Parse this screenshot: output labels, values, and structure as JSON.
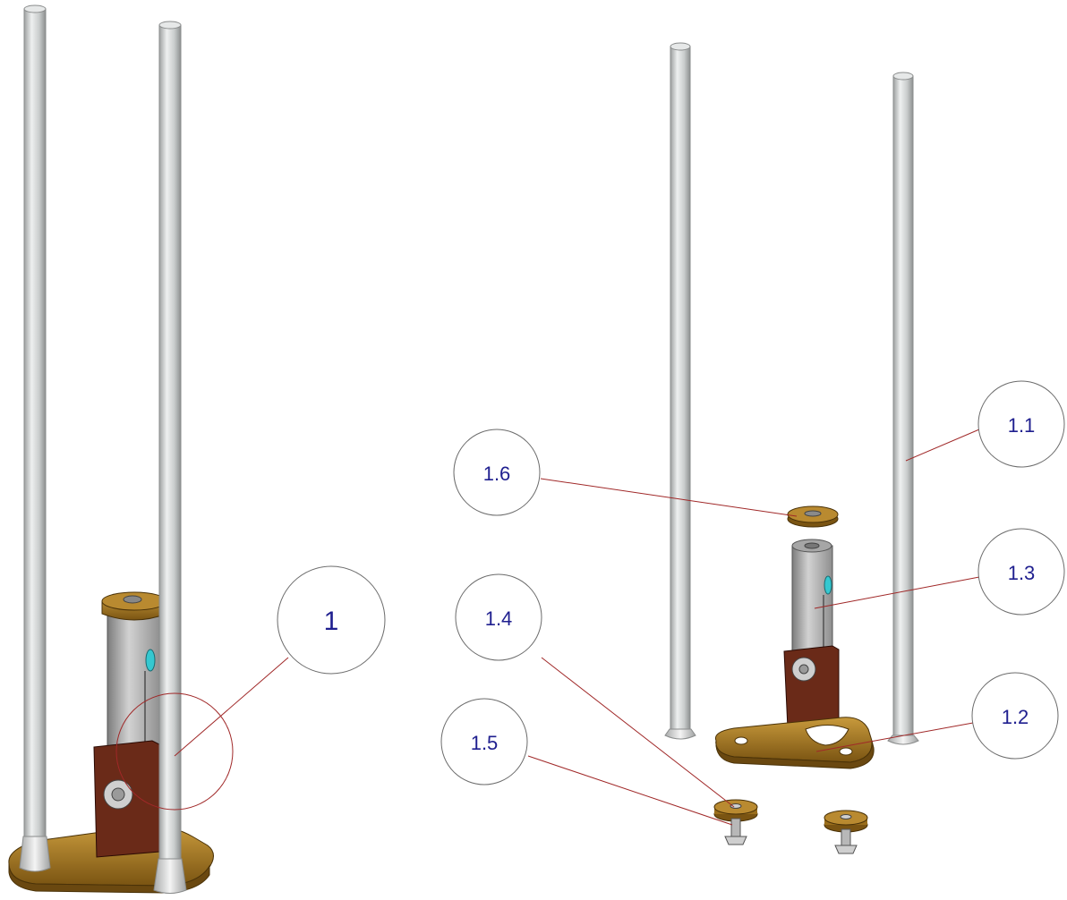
{
  "callouts": {
    "assembly": "1",
    "rod": "1.1",
    "base_plate": "1.2",
    "column": "1.3",
    "foot": "1.4",
    "screw": "1.5",
    "cap_washer": "1.6"
  },
  "colors": {
    "rod": "#d4d6d6",
    "brass": "#a07420",
    "bracket": "#6a2a18",
    "column": "#b4b4b4",
    "callout_text": "#1f1f8f",
    "leader_line": "#a02828"
  }
}
